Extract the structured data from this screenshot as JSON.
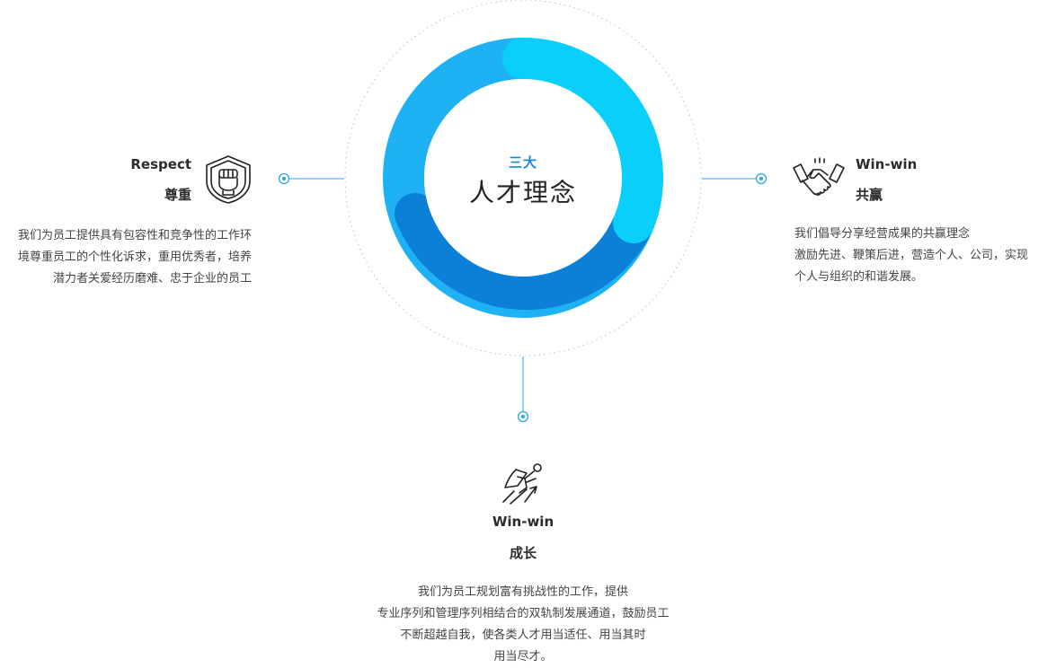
{
  "center": {
    "subtitle": "三大",
    "title": "人才理念"
  },
  "respect": {
    "title_en": "Respect",
    "title_cn": "尊重",
    "icon": "fist-shield-icon",
    "lines": [
      "我们为员工提供具有包容性和竞争性的工作环",
      "境尊重员工的个性化诉求，重用优秀者，培养",
      "潜力者关爱经历磨难、忠于企业的员工"
    ]
  },
  "winwin": {
    "title_en": "Win-win",
    "title_cn": "共赢",
    "icon": "handshake-icon",
    "lines": [
      "我们倡导分享经营成果的共赢理念",
      "激励先进、鞭策后进，营造个人、公司，实现",
      "个人与组织的和谐发展。"
    ]
  },
  "growth": {
    "title_en": "Win-win",
    "title_cn": "成长",
    "icon": "flying-hero-icon",
    "lines": [
      "我们为员工规划富有挑战性的工作，提供",
      "专业序列和管理序列相结合的双轨制发展通道，鼓励员工",
      "不断超越自我，使各类人才用当适任、用当其时",
      "用当尽才。"
    ]
  },
  "colors": {
    "ring_light_blue": "#1eb2f5",
    "ring_cyan": "#08d0fb",
    "ring_dark_blue": "#0b80d6",
    "connector": "#29a6e8",
    "dotted_circle": "#c9c9c9"
  }
}
